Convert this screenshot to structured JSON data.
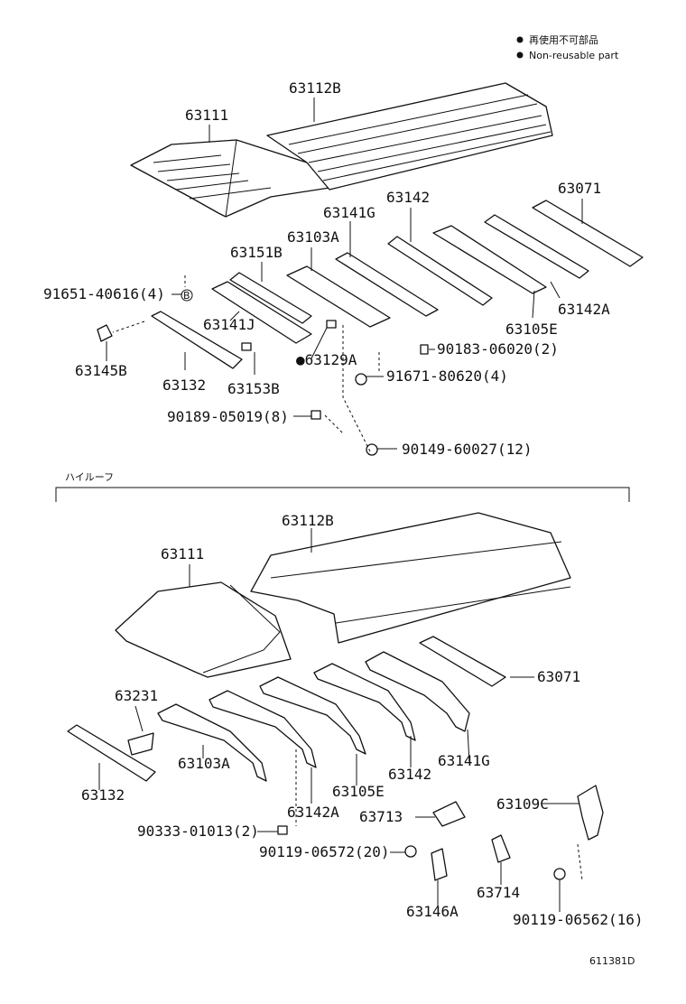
{
  "legend": {
    "line1": "再使用不可部品",
    "line2": "Non-reusable part"
  },
  "section_high_roof": "ハイルーフ",
  "diagram_code": "611381D",
  "top_labels": {
    "p63111": "63111",
    "p63112B": "63112B",
    "p63142": "63142",
    "p63071": "63071",
    "p63141G": "63141G",
    "p63103A": "63103A",
    "p63151B": "63151B",
    "p91651": "91651-40616(4)",
    "bmark": "B",
    "p63141J": "63141J",
    "p63142A": "63142A",
    "p63105E": "63105E",
    "p63129A": "●63129A",
    "p90183": "90183-06020(2)",
    "p63145B": "63145B",
    "p63132": "63132",
    "p63153B": "63153B",
    "p91671": "91671-80620(4)",
    "p90189": "90189-05019(8)",
    "p90149": "90149-60027(12)"
  },
  "bottom_labels": {
    "p63112B": "63112B",
    "p63111": "63111",
    "p63071": "63071",
    "p63231": "63231",
    "p63103A": "63103A",
    "p63142": "63142",
    "p63141G": "63141G",
    "p63132": "63132",
    "p63105E": "63105E",
    "p63142A": "63142A",
    "p63109C": "63109C",
    "p63713": "63713",
    "p90333": "90333-01013(2)",
    "p90119a": "90119-06572(20)",
    "p63714": "63714",
    "p63146A": "63146A",
    "p90119b": "90119-06562(16)"
  }
}
